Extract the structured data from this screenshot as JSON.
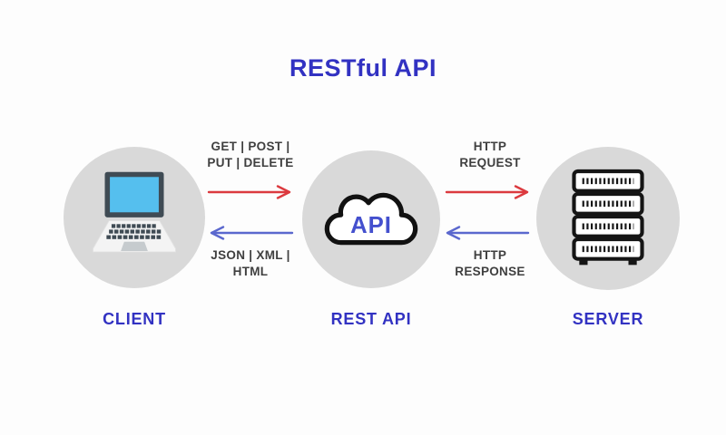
{
  "title": "RESTful API",
  "colors": {
    "accent_blue": "#3232C2",
    "arrow_red": "#DC3A3F",
    "arrow_blue": "#5B68CE",
    "label_gray": "#3F3F3F",
    "circle_gray": "#D9D9D9"
  },
  "nodes": {
    "client": {
      "label": "CLIENT",
      "icon": "laptop-icon"
    },
    "api": {
      "label": "REST API",
      "icon": "cloud-icon",
      "icon_text": "API"
    },
    "server": {
      "label": "SERVER",
      "icon": "server-rack-icon"
    }
  },
  "connections": {
    "methods": {
      "from": "CLIENT",
      "to": "REST API",
      "direction": "right",
      "lines": [
        "GET | POST |",
        "PUT | DELETE"
      ]
    },
    "formats": {
      "from": "REST API",
      "to": "CLIENT",
      "direction": "left",
      "lines": [
        "JSON | XML |",
        "HTML"
      ]
    },
    "request": {
      "from": "REST API",
      "to": "SERVER",
      "direction": "right",
      "lines": [
        "HTTP",
        "REQUEST"
      ]
    },
    "response": {
      "from": "SERVER",
      "to": "REST API",
      "direction": "left",
      "lines": [
        "HTTP",
        "RESPONSE"
      ]
    }
  }
}
